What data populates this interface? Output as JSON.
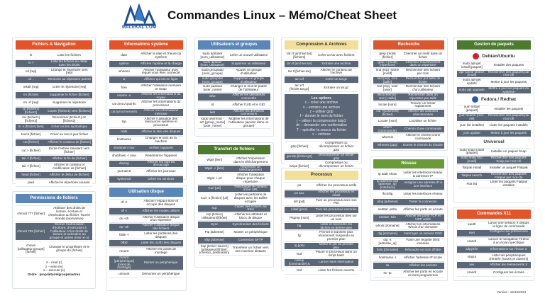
{
  "header": {
    "logo_text": "MALEKAL.COM",
    "title": "Commandes Linux – Mémo/Cheat Sheet"
  },
  "colors": {
    "orange": "#e2542a",
    "green": "#6a9a3a",
    "blue": "#5b86b8",
    "yellow": "#f2df9a",
    "red": "#d9572f",
    "dark_green": "#4c7a2f",
    "dark_row": "#5b6676"
  },
  "fichiers": {
    "title": "Fichiers & Navigation",
    "rows": [
      {
        "cmd": "ls",
        "desc": "Liste les fichiers"
      },
      {
        "cmd": "ls -l",
        "desc": "Liste les fichiers en détail avec les droits"
      },
      {
        "cmd": "cd [rep]",
        "desc": "Change le répertoire vers [rep]"
      },
      {
        "cmd": "cd ..",
        "desc": "Remonte au répertoire parent"
      },
      {
        "cmd": "mkdir [rep]",
        "desc": "Créer le répertoire [rep]"
      },
      {
        "cmd": "rm [fichier]",
        "desc": "Supprimer le fichier [fichier]"
      },
      {
        "cmd": "rm -rf [rep]",
        "desc": "Supprimer le répertoire"
      },
      {
        "cmd": "cp [fichier1] [fichier2]",
        "desc": "Copier [fichier1] vers [fichier2]"
      },
      {
        "cmd": "mv [fichier1] [fichier2]",
        "desc": "Renommer [fichier1] en [fichier2]"
      },
      {
        "cmd": "ln -s [fichier] [lien]",
        "desc": "Créer un lien symbolique"
      },
      {
        "cmd": "touch [fichier]",
        "desc": "Créer ou met à jour fichier"
      },
      {
        "cmd": "cat [fichier]",
        "desc": "Afficher le contenu de [fichier]"
      },
      {
        "cmd": "cut > [fichier]",
        "desc": "Écrire l'entrée standard vers [fichier]"
      },
      {
        "cmd": "tail -f [fichier]",
        "desc": "Afficher la fin de [fichier]"
      },
      {
        "cmd": "tail -f [fichier]",
        "desc": "Afficher le contenu et modification de [fichier]"
      },
      {
        "cmd": "head [fichier]",
        "desc": "Afficher le début de [fichier]"
      },
      {
        "cmd": "pwd",
        "desc": "Afficher le répertoire courant"
      }
    ]
  },
  "permissions": {
    "title": "Permissions de fichiers",
    "rows": [
      {
        "cmd": "chmod 777 [fichier]",
        "desc": "Attribuer des droits de lecture, écriture et d'exécution au fichier. Tout le monde (rwxrwxrwx)"
      },
      {
        "cmd": "chmod 755 [fichier]",
        "desc": "Donner l'autorisation d'écriture, d'exécution à l'utilisateur et les droits de lecture et exécution au groupe et autres (rwxr-xr-x)"
      },
      {
        "cmd": "chown [utilisateur:groupe] [fichier]",
        "desc": "Changer le propriétaire et le groupe de [fichier]"
      }
    ],
    "legend": [
      "4 – read (r)",
      "2 – write (w)",
      "1 – execute (x)",
      "Ordre : propriétaire/groupe/autres"
    ]
  },
  "systeme": {
    "title": "Informations système",
    "rows": [
      {
        "cmd": "date",
        "desc": "Afficher la date et l'heure du système"
      },
      {
        "cmd": "uptime",
        "desc": "Afficher l'uptime et la charge"
      },
      {
        "cmd": "whoami",
        "desc": "Afficher l'utilisateur avec lequel vous êtes connecté"
      },
      {
        "cmd": "w",
        "desc": "Afficher qui est en ligne"
      },
      {
        "cmd": "free",
        "desc": "Afficher l'utilisation mémoire et swap"
      },
      {
        "cmd": "uname -a",
        "desc": "Afficher les informations du noyau"
      },
      {
        "cmd": "cat /proc/cpuinfo",
        "desc": "Afficher les informations du processeur"
      },
      {
        "cmd": "cat /proc/meminfo",
        "desc": "Afficher les informations mémoire"
      },
      {
        "cmd": "top",
        "desc": "Afficher l'utilisation des ressources système et processus"
      },
      {
        "cmd": "lsblk",
        "desc": "Afficher la liste des disques"
      },
      {
        "cmd": "hostname",
        "desc": "Changer le nom de la machine"
      },
      {
        "cmd": "shutdown now",
        "desc": "Arrêter l'appareil"
      },
      {
        "cmd": "shutdown -r now",
        "desc": "Redémarrer l'appareil"
      },
      {
        "cmd": "dmesg",
        "desc": "Afficher les logs du démarrage"
      },
      {
        "cmd": "journalctl",
        "desc": "Afficher les journaux"
      },
      {
        "cmd": "systemctl",
        "desc": "Gérer les services"
      }
    ]
  },
  "disque": {
    "title": "Utilisation disque",
    "rows": [
      {
        "cmd": "df -h",
        "desc": "Afficher l'espace libre et occupé des disques"
      },
      {
        "cmd": "df -i",
        "desc": "Afficher les inodes utilisés"
      },
      {
        "cmd": "du -sh",
        "desc": "Afficher l'utilisation disque d'un répertoire"
      },
      {
        "cmd": "du -ah",
        "desc": "Afficher l'utilisation disque des fichiers"
      },
      {
        "cmd": "fdisk -l",
        "desc": "Lister les partitions des disques"
      },
      {
        "cmd": "blkid",
        "desc": "Lister les UUID des disques"
      },
      {
        "cmd": "mount",
        "desc": "Afficher les points de montage"
      },
      {
        "cmd": "mount [périphérique] [point de montage]",
        "desc": "Monter un périphérique"
      },
      {
        "cmd": "umount",
        "desc": "Démonter un périphérique"
      }
    ]
  },
  "utilisateurs": {
    "title": "Utilisateurs et groupes",
    "rows": [
      {
        "cmd": "sudo adduser [nom_utilisateur]",
        "desc": "Créer un nouvel utilisateur"
      },
      {
        "cmd": "sudo deluser [nom_utilisateur]",
        "desc": "Supprimer un utilisateur"
      },
      {
        "cmd": "sudo groupadd [nom_groupe]",
        "desc": "Ajouter un groupe d'utilisateur"
      },
      {
        "cmd": "sudo groupdel [nom_groupe]",
        "desc": "Supprimer un groupe d'utilisateur"
      },
      {
        "cmd": "sudo passwd [user_name]",
        "desc": "Changer le mot de passe de l'utilisateur"
      },
      {
        "cmd": "who",
        "desc": "Afficher les utilisateurs connectés"
      },
      {
        "cmd": "id",
        "desc": "Afficher l'UID et le GID"
      },
      {
        "cmd": "last",
        "desc": "Afficher les dernières connexions"
      },
      {
        "cmd": "sudo usermod -aG [group_name] [user_name]",
        "desc": "Modifier les informations de l'utilisateur (ajouter dans un groupe)"
      }
    ]
  },
  "transfert": {
    "title": "Transfert de fichiers",
    "rows": [
      {
        "cmd": "Wget [lien]",
        "desc": "Afficher l'impression dans le téléchargement"
      },
      {
        "cmd": "Wget -c [lien]",
        "desc": "Reprendre un téléchargement"
      },
      {
        "cmd": "Wget -i url",
        "desc": "Afficher l'utilisation disque pour chaque répertoire"
      },
      {
        "cmd": "Curl [url]",
        "desc": "Télécharger le contenu d'une URL"
      },
      {
        "cmd": "Curl -o [fichier] [url]",
        "desc": "Lister les partitions de disques avec les tailles et types"
      },
      {
        "cmd": "scp",
        "desc": "Copier des fichiers via SSH"
      },
      {
        "cmd": "scp [fichier] utilisateur@[hôte]",
        "desc": "Afficher les attributs et blocs de disque"
      },
      {
        "cmd": "rsync",
        "desc": "Synchroniser des fichiers"
      },
      {
        "cmd": "Ftp [adresse]",
        "desc": "Monter un périphérique"
      },
      {
        "cmd": "sftp [adresse]",
        "desc": "Connexion SFTP"
      },
      {
        "cmd": "Scp [fichier source] [utilisateur@hôte]:[chemin_destination]",
        "desc": "Transférer un fichier vers une machine distante"
      }
    ]
  },
  "compression": {
    "title": "Compression & Archives",
    "rows": [
      {
        "cmd": "tar cf [archive.tar] [fichiers]",
        "desc": "Créer un tar avec fichiers"
      },
      {
        "cmd": "tar xf [archive.tar]",
        "desc": "Extraire une archive"
      },
      {
        "cmd": "tar tf [fichier.tar]",
        "desc": "Afficher le contenu de l'archive"
      },
      {
        "cmd": "tar czf",
        "desc": "Créer un tar.gz"
      },
      {
        "cmd": "tar xzf [fichier.tar.gz]",
        "desc": "Extraire un tar.gz"
      }
    ],
    "options": [
      "Les options",
      "c – créer une archive",
      "x – extraire une archive",
      "z – utiliser gzip",
      "f – donner le nom du fichier",
      "j – utiliser la compression bzip2",
      "dv – demander une confirmation",
      "T – spécifier la source du fichier",
      "v – verbose"
    ],
    "rows2": [
      {
        "cmd": "gzip [fichier]",
        "desc": "Compresser ou décompresser un fichier gzip"
      },
      {
        "cmd": "gunzip [fichier.gz]",
        "desc": "Décompresser un fichier gzip"
      },
      {
        "cmd": "bzip2 [fichier]",
        "desc": "Compresser ou décompresser un fichier bzip"
      }
    ]
  },
  "processus": {
    "title": "Processus",
    "rows": [
      {
        "cmd": "ps",
        "desc": "Afficher les processus actifs"
      },
      {
        "cmd": "ps aux",
        "desc": "Afficher les processus en détail"
      },
      {
        "cmd": "kill [pid]",
        "desc": "Tuer un processus avec son PID"
      },
      {
        "cmd": "killall [proc]",
        "desc": "Tuer les processus nommés"
      },
      {
        "cmd": "Pkgrep [nom]",
        "desc": "Lister les processus triés sur un nom"
      },
      {
        "cmd": "bg",
        "desc": "Lister et reprendre les tâches en arrière-plan"
      },
      {
        "cmd": "fg",
        "desc": "Permet le transfert plus récemment suspendu en premier plan"
      },
      {
        "cmd": "fg [job]",
        "desc": "Mettre le job au premier plan"
      },
      {
        "cmd": "lsof",
        "desc": "Placer le processus dans un script bash"
      },
      {
        "cmd": "nohup [commande] &",
        "desc": "Lancer sans interruption"
      },
      {
        "cmd": "lsof",
        "desc": "Lister les fichiers ouverts"
      }
    ]
  },
  "recherche": {
    "title": "Recherche",
    "rows": [
      {
        "cmd": "grep [motif] [fichier]",
        "desc": "Chercher un motif dans un fichier"
      },
      {
        "cmd": "grep -r [motif] [répertoire]",
        "desc": "Chercher récursivement dans un répertoire"
      },
      {
        "cmd": "find [rep] -name [motif]",
        "desc": "Rechercher des fichiers par nom"
      },
      {
        "cmd": "find [rep] -size [taille]",
        "desc": "Rechercher par taille de fichier"
      },
      {
        "cmd": "find [rep] -user [user]",
        "desc": "Rechercher des fichiers d'un utilisateur"
      },
      {
        "cmd": "find [chemin] -size [+taille]",
        "desc": "Rechercher dans un répertoire par taille"
      },
      {
        "cmd": "locate [nom]",
        "desc": "Trouver un fichier rapidement"
      },
      {
        "cmd": "cut -f[colonnes] [fichier]",
        "desc": "Afficher les colonnes sélectionnées"
      },
      {
        "cmd": "Locate [nom]",
        "desc": "Localiser un fichier"
      },
      {
        "cmd": "which [commande]",
        "desc": "Chemin d'une commande"
      },
      {
        "cmd": "whereis",
        "desc": "Afficher le chemin d'une commande"
      },
      {
        "cmd": "Whereis [app]",
        "desc": "Donne le chemin du binaire"
      }
    ]
  },
  "reseau": {
    "title": "Réseau",
    "rows": [
      {
        "cmd": "ip addr show",
        "desc": "Lister les interfaces réseau & adresses IP"
      },
      {
        "cmd": "ip address add [adresse_ip] [interface]",
        "desc": "Assigner une adresse IP à une interface"
      },
      {
        "cmd": "ifconfig",
        "desc": "Lister les interfaces réseau"
      },
      {
        "cmd": "ping [adresse]",
        "desc": "Tester la connexion"
      },
      {
        "cmd": "netstat -pnltu",
        "desc": "Afficher les ports en écoute"
      },
      {
        "cmd": "netstat -tuln",
        "desc": "Afficher les ports TCP et UDP actifs"
      },
      {
        "cmd": "whois [domaine]",
        "desc": "Afficher les informations Whois d'un domaine"
      },
      {
        "cmd": "dig [domaine]",
        "desc": "Interroger un serveur DNS"
      },
      {
        "cmd": "dig -x [adresse_ip]",
        "desc": "Faire une requête DNS inversée"
      },
      {
        "cmd": "host [domaine]",
        "desc": "Résoudre un nom d'hôte"
      },
      {
        "cmd": "hostname -I",
        "desc": "Afficher l'adresse IP locale"
      },
      {
        "cmd": "ss",
        "desc": "Afficher les sockets"
      },
      {
        "cmd": "ss -tp",
        "desc": "Afficher les ports en écoute et leurs programmes"
      }
    ]
  },
  "paquets": {
    "title": "Gestion de paquets",
    "debian": "Debian/Ubuntu",
    "debian_rows": [
      {
        "cmd": "sudo apt-get install [paquet]",
        "desc": "Installer des paquets"
      },
      {
        "cmd": "apt-cache search [motif]",
        "desc": "Rechercher des paquets par mot-clé"
      },
      {
        "cmd": "sudo apt-get update",
        "desc": "Mettre à jour les paquets"
      },
      {
        "cmd": "sudo apt upgrade",
        "desc": "Mettre à jour les paquets du système"
      }
    ],
    "fedora": "Fedora / Redhat",
    "fedora_rows": [
      {
        "cmd": "yum install [paquet]",
        "desc": "Installer les paquets"
      },
      {
        "cmd": "yum search [mot-clé]",
        "desc": "Rechercher des paquets par mot-clé"
      },
      {
        "cmd": "yum list installed",
        "desc": "Lister les paquets installés"
      },
      {
        "cmd": "yum update",
        "desc": "Mettre à jour les paquets"
      }
    ],
    "universel": "Universel",
    "universel_rows": [
      {
        "cmd": "sudo snap install [paquet]",
        "desc": "Installer un paquet Snap"
      },
      {
        "cmd": "sudo snap find [motif]",
        "desc": "Rechercher des paquets Snap par mot-clé"
      },
      {
        "cmd": "flatpak install",
        "desc": "Installer un paquet Flatpak"
      },
      {
        "cmd": "flatpak search",
        "desc": "Rechercher des paquets Flatpak par mot-clé"
      },
      {
        "cmd": "Flat list",
        "desc": "Lister les paquets Flatpak installés"
      }
    ]
  },
  "x11": {
    "title": "Commandes X11",
    "rows": [
      {
        "cmd": "xauth",
        "desc": "Lance une session X depuis la ligne de commande"
      },
      {
        "cmd": "xset",
        "desc": "Configurer les préférences X"
      },
      {
        "cmd": "xrandr",
        "desc": "Lancer le navigateur Firefox à un écran spécifique"
      },
      {
        "cmd": "xdpyinfo",
        "desc": "Informations sur l'écran X"
      },
      {
        "cmd": "xinput",
        "desc": "Lister les périphériques d'entrée (souris et claviers)"
      },
      {
        "cmd": "xev",
        "desc": "Afficher les événements X"
      },
      {
        "cmd": "xrandr",
        "desc": "Configurer les écrans"
      }
    ]
  },
  "version": "Version : 15/12/2024"
}
